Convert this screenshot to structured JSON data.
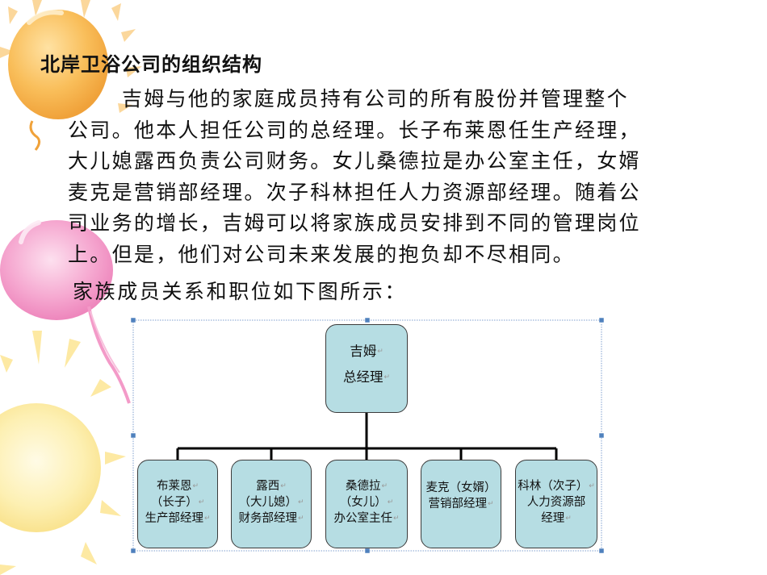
{
  "title": "北岸卫浴公司的组织结构",
  "paragraph_lines": [
    "吉姆与他的家庭成员持有公司的所有股份并管理整个",
    "公司。他本人担任公司的总经理。长子布莱恩任生产经理，",
    "大儿媳露西负责公司财务。女儿桑德拉是办公室主任，女婿",
    "麦克是营销部经理。次子科林担任人力资源部经理。随着公",
    "司业务的增长，吉姆可以将家族成员安排到不同的管理岗位",
    "上。但是，他们对公司未来发展的抱负却不尽相同。"
  ],
  "caption": "家族成员关系和职位如下图所示：",
  "org_chart": {
    "root": {
      "lines": [
        "吉姆",
        "总经理"
      ]
    },
    "children": [
      {
        "lines": [
          "布莱恩",
          "（长子）",
          "生产部经理"
        ]
      },
      {
        "lines": [
          "露西",
          "（大儿媳）",
          "财务部经理"
        ]
      },
      {
        "lines": [
          "桑德拉",
          "（女儿）",
          "办公室主任"
        ]
      },
      {
        "lines": [
          "麦克（女婿）",
          "营销部经理"
        ]
      },
      {
        "lines": [
          "科林（次子）",
          "人力资源部",
          "经理"
        ]
      }
    ],
    "colors": {
      "box_fill": "#b6dde3",
      "box_border": "#3b3b3b",
      "connector": "#000000",
      "frame": "#7f9fcf"
    }
  },
  "decor_colors": {
    "balloon_orange": "#f7b24a",
    "balloon_pink": "#f39ac8",
    "balloon_yellow": "#fbe58a"
  }
}
